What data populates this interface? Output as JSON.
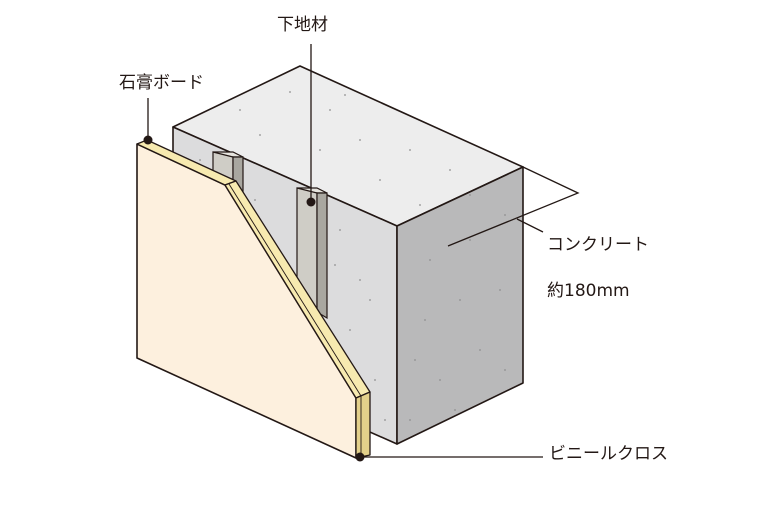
{
  "diagram": {
    "type": "wall cross-section (isometric)",
    "labels": {
      "base_material": "下地材",
      "gypsum_board": "石膏ボード",
      "concrete": "コンクリート",
      "concrete_thickness": "約180mm",
      "vinyl_cloth": "ビニールクロス"
    },
    "colors": {
      "background": "#ffffff",
      "line": "#231815",
      "concrete_top": "#ededed",
      "concrete_front": "#dcdcdd",
      "concrete_side": "#b9b9ba",
      "stud_face": "#cfcdc6",
      "stud_side": "#a9a7a0",
      "board_face": "#fdf0de",
      "board_edge": "#f7eab0",
      "board_edge_dark": "#e3d08a",
      "marker": "#231815"
    }
  }
}
